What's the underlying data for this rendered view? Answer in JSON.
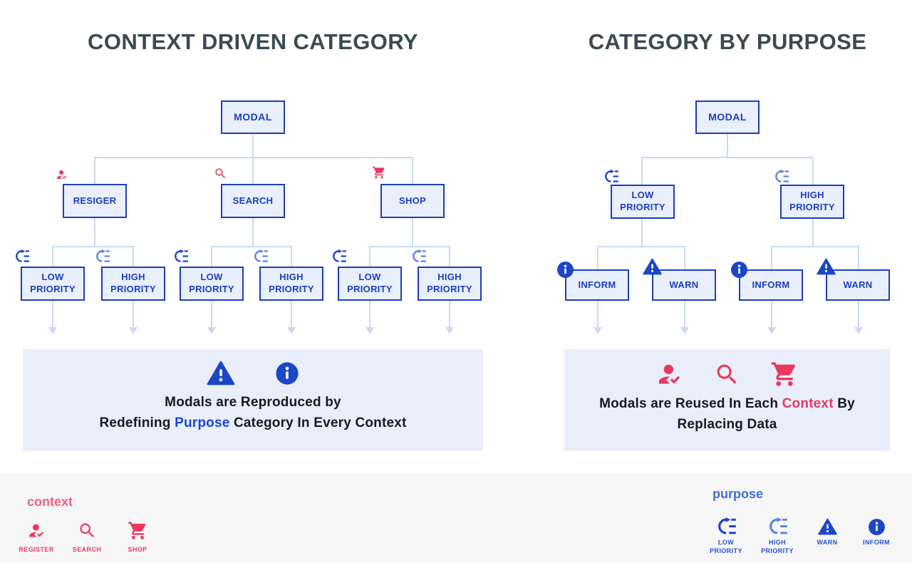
{
  "left": {
    "title": "CONTEXT DRIVEN CATEGORY",
    "root": "MODAL",
    "contexts": [
      "RESIGER",
      "SEARCH",
      "SHOP"
    ],
    "panel": {
      "icons": [
        "warn-icon",
        "inform-icon"
      ],
      "line1": "Modals are Reproduced by",
      "line2": [
        "Redefining ",
        "Purpose",
        " Category In Every Context"
      ]
    }
  },
  "right": {
    "title": "CATEGORY BY PURPOSE",
    "root": "MODAL",
    "leaves": [
      "INFORM",
      "WARN",
      "INFORM",
      "WARN"
    ],
    "panel": {
      "icons": [
        "register-icon",
        "search-icon",
        "shop-icon"
      ],
      "line1": [
        "Modals are Reused In Each ",
        "Context",
        " By"
      ],
      "line2": "Replacing Data"
    }
  },
  "nodes": {
    "low": [
      "LOW",
      "PRIORITY"
    ],
    "high": [
      "HIGH",
      "PRIORITY"
    ],
    "inform": "INFORM",
    "warn": "WARN"
  },
  "legend_context": {
    "title": "context",
    "labels": [
      "REGISTER",
      "SEARCH",
      "SHOP"
    ]
  },
  "legend_purpose": {
    "title": "purpose",
    "labels": [
      [
        "LOW",
        "PRIORITY"
      ],
      [
        "HIGH",
        "PRIORITY"
      ],
      [
        "WARN"
      ],
      [
        "INFORM"
      ]
    ]
  },
  "colors": {
    "node_border_blue": "#1b3ec0",
    "node_fill": "#e9effb",
    "connector_light_blue": "#c9daf5",
    "panel_fill": "#e9eefa",
    "title_slate": "#3a4a53",
    "accent_pink": "#e8395f",
    "accent_blue": "#1c46c7",
    "accent_blue_light": "#5c85e0",
    "highlight_purpose": "#1847d1",
    "highlight_context": "#e8395f",
    "legend_context_title": "#ef6183",
    "legend_purpose_title": "#3f6fd8",
    "band_gray": "#f7f6f7"
  }
}
